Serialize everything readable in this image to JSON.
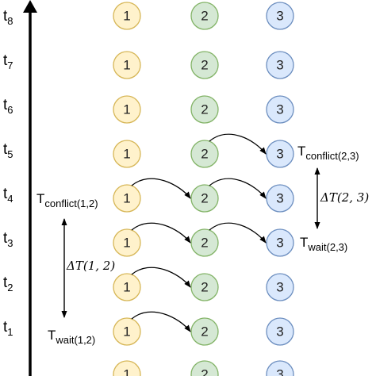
{
  "time_labels": [
    {
      "base": "t",
      "sub": "8"
    },
    {
      "base": "t",
      "sub": "7"
    },
    {
      "base": "t",
      "sub": "6"
    },
    {
      "base": "t",
      "sub": "5"
    },
    {
      "base": "t",
      "sub": "4"
    },
    {
      "base": "t",
      "sub": "3"
    },
    {
      "base": "t",
      "sub": "2"
    },
    {
      "base": "t",
      "sub": "1"
    }
  ],
  "node_labels": [
    "1",
    "2",
    "3"
  ],
  "node_colors": {
    "1": {
      "fill": "#fff2cc",
      "stroke": "#d6b656"
    },
    "2": {
      "fill": "#d5e8d4",
      "stroke": "#82b366"
    },
    "3": {
      "fill": "#dae8fc",
      "stroke": "#6c8ebf"
    }
  },
  "annotations": {
    "conflict_12": {
      "base": "T",
      "sub": "conflict(1,2)"
    },
    "wait_12": {
      "base": "T",
      "sub": "wait(1,2)"
    },
    "delta_12": "ΔT(1, 2)",
    "conflict_23": {
      "base": "T",
      "sub": "conflict(2,3)"
    },
    "wait_23": {
      "base": "T",
      "sub": "wait(2,3)"
    },
    "delta_23": "ΔT(2, 3)"
  },
  "transfers": [
    {
      "time": "t1",
      "from": "1",
      "to": "2"
    },
    {
      "time": "t2",
      "from": "1",
      "to": "2"
    },
    {
      "time": "t3",
      "from": "1",
      "to": "2"
    },
    {
      "time": "t3",
      "from": "2",
      "to": "3"
    },
    {
      "time": "t4",
      "from": "1",
      "to": "2"
    },
    {
      "time": "t4",
      "from": "2",
      "to": "3"
    },
    {
      "time": "t5",
      "from": "2",
      "to": "3"
    }
  ]
}
